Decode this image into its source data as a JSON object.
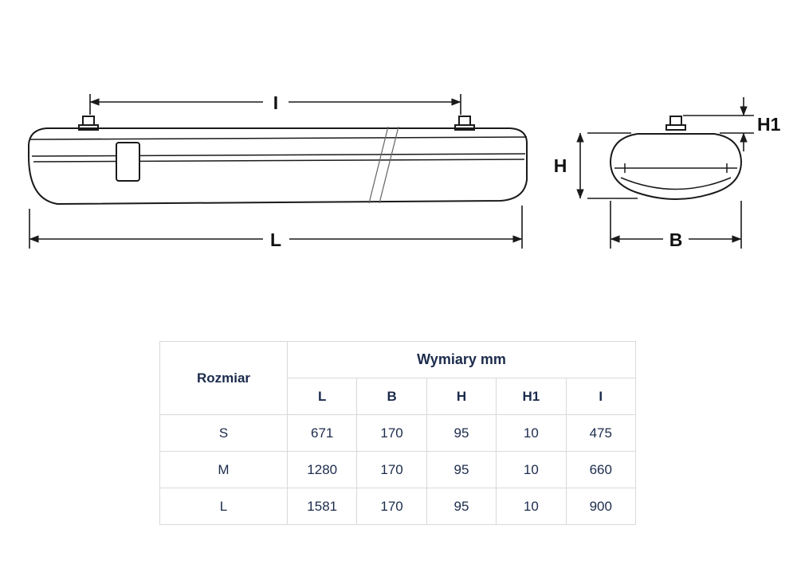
{
  "diagram": {
    "labels": {
      "i": "I",
      "l": "L",
      "h": "H",
      "h1": "H1",
      "b": "B"
    }
  },
  "table": {
    "corner_header": "Rozmiar",
    "group_header": "Wymiary mm",
    "columns": [
      "L",
      "B",
      "H",
      "H1",
      "I"
    ],
    "rows": [
      {
        "size": "S",
        "values": [
          "671",
          "170",
          "95",
          "10",
          "475"
        ]
      },
      {
        "size": "M",
        "values": [
          "1280",
          "170",
          "95",
          "10",
          "660"
        ]
      },
      {
        "size": "L",
        "values": [
          "1581",
          "170",
          "95",
          "10",
          "900"
        ]
      }
    ]
  }
}
